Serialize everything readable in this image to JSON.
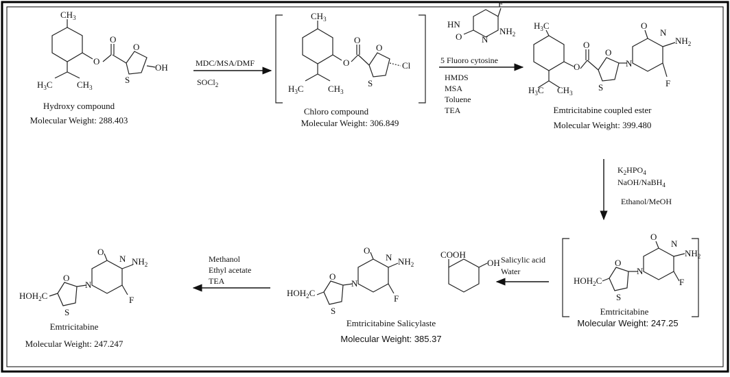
{
  "compounds": {
    "hydroxy": {
      "name": "Hydroxy compound",
      "mw": "Molecular Weight: 288.403"
    },
    "chloro": {
      "name": "Chloro compound",
      "mw": "Molecular Weight: 306.849"
    },
    "coupled_ester": {
      "name": "Emtricitabine coupled ester",
      "mw": "Molecular Weight: 399.480"
    },
    "emtricitabine_mid": {
      "name": "Emtricitabine",
      "mw": "Molecular Weight: 247.25"
    },
    "salicylate": {
      "name": "Emtricitabine Salicylaste",
      "mw": "Molecular Weight: 385.37"
    },
    "emtricitabine_final": {
      "name": "Emtricitabine",
      "mw": "Molecular Weight: 247.247"
    }
  },
  "steps": {
    "step1": {
      "line1": "MDC/MSA/DMF",
      "line2": "SOCl",
      "sub2": "2"
    },
    "step2": {
      "above": "5 Fluoro cytosine",
      "reagents": [
        "HMDS",
        "MSA",
        "Toluene",
        "TEA"
      ]
    },
    "step3": {
      "line1": "K",
      "line1_sub": "2",
      "line1_rest": "HPO",
      "line1_sub2": "4",
      "line2": "NaOH/NaBH",
      "line2_sub": "4",
      "line3": "Ethanol/MeOH"
    },
    "step4": {
      "line1": "Salicylic acid",
      "line2": "Water"
    },
    "step5": {
      "line1": "Methanol",
      "line2": "Ethyl acetate",
      "line3": "TEA"
    }
  },
  "atoms": {
    "CH3": "CH",
    "sub3": "3",
    "H3C": "H",
    "C": "C",
    "O": "O",
    "OH": "OH",
    "S": "S",
    "Cl": "Cl",
    "N": "N",
    "HN": "HN",
    "NH2": "NH",
    "sub2": "2",
    "F": "F",
    "HOH2C": "HOH",
    "COOH": "COOH"
  }
}
